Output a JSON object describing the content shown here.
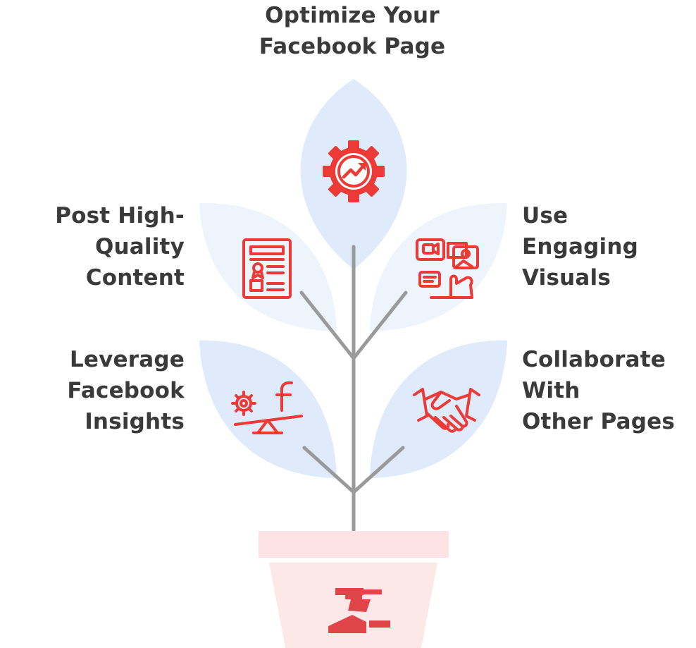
{
  "labels": {
    "top": [
      "Optimize Your",
      "Facebook Page"
    ],
    "left_upper": [
      "Post High-",
      "Quality",
      "Content"
    ],
    "right_upper": [
      "Use",
      "Engaging",
      "Visuals"
    ],
    "left_lower": [
      "Leverage",
      "Facebook",
      "Insights"
    ],
    "right_lower": [
      "Collaborate",
      "With",
      "Other Pages"
    ]
  },
  "icons": {
    "top": "gear-growth-icon",
    "left_upper": "certificate-document-icon",
    "right_upper": "social-media-visuals-icon",
    "left_lower": "balance-insights-icon",
    "right_lower": "handshake-icon",
    "pot": "brand-logo"
  },
  "colors": {
    "accent": "#ec3a36",
    "leaf_primary": "#dfeafa",
    "leaf_light": "#eef4fc",
    "stem": "#9a9a9a",
    "pot_rim": "#fde3e3",
    "pot_body": "#fde8e8",
    "text": "#3a3a3a"
  }
}
